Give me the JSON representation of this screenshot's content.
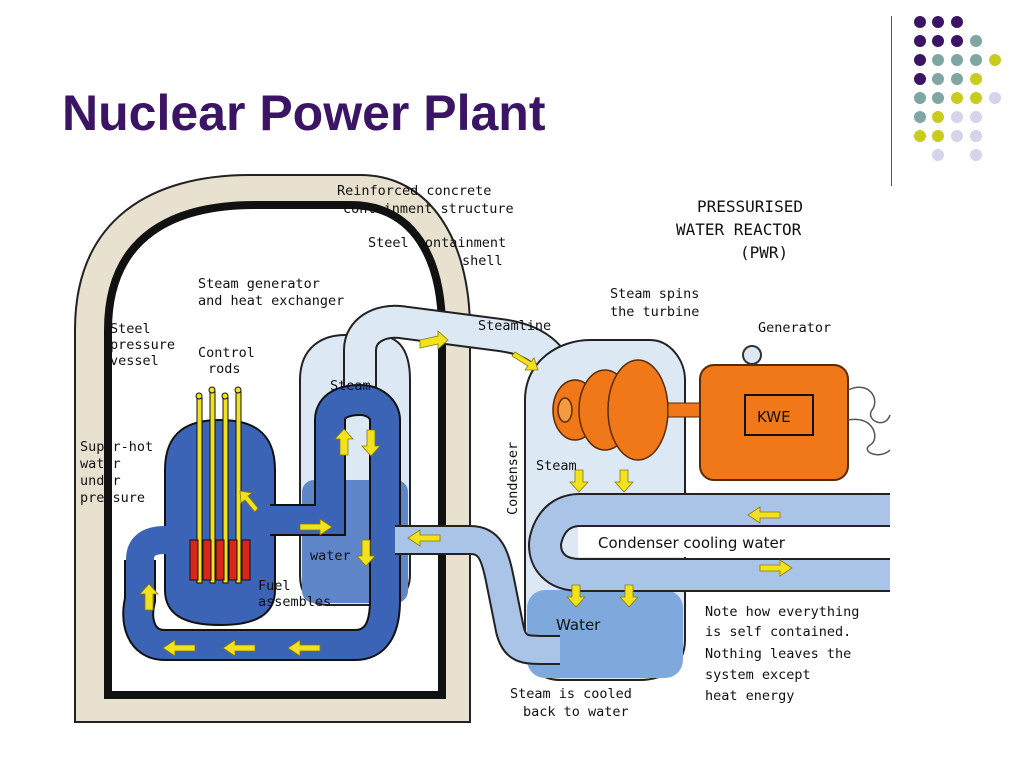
{
  "title": "Nuclear Power Plant",
  "diagram": {
    "heading": [
      "PRESSURISED",
      "WATER REACTOR",
      "(PWR)"
    ],
    "labels": {
      "concrete": [
        "Reinforced concrete",
        "containment structure"
      ],
      "steel_shell": [
        "Steel containment",
        "shell"
      ],
      "steam_gen": [
        "Steam generator",
        "and heat exchanger"
      ],
      "steamline": "Steamline",
      "turbine": [
        "Steam spins",
        "the turbine"
      ],
      "generator": "Generator",
      "pressure_vessel": [
        "Steel",
        "pressure",
        "vessel"
      ],
      "control_rods": [
        "Control",
        "rods"
      ],
      "steam_left": "Steam",
      "steam_right": "Steam",
      "condenser": "Condenser",
      "kwe": "KWE",
      "superhot": [
        "Super-hot",
        "water",
        "under",
        "pressure"
      ],
      "water_left": "water",
      "fuel": [
        "Fuel",
        "assembles"
      ],
      "cooling": "Condenser cooling water",
      "water_right": "Water",
      "note": [
        "Note how everything",
        "is self contained.",
        "Nothing leaves the",
        "system except",
        "heat energy"
      ],
      "cooled": [
        "Steam is cooled",
        "back to water"
      ]
    }
  },
  "colors": {
    "title": "#3b1466",
    "dot_purple": "#3b1466",
    "dot_teal": "#7fa6a2",
    "dot_yellow": "#c8cc1e",
    "dot_lavender": "#d4d4ea",
    "concrete": "#e8e1cf",
    "water_blue": "#3b63b6",
    "steam_blue": "#dce8f4",
    "turbine_orange": "#f07818",
    "arrow_yellow": "#f2e21e"
  }
}
